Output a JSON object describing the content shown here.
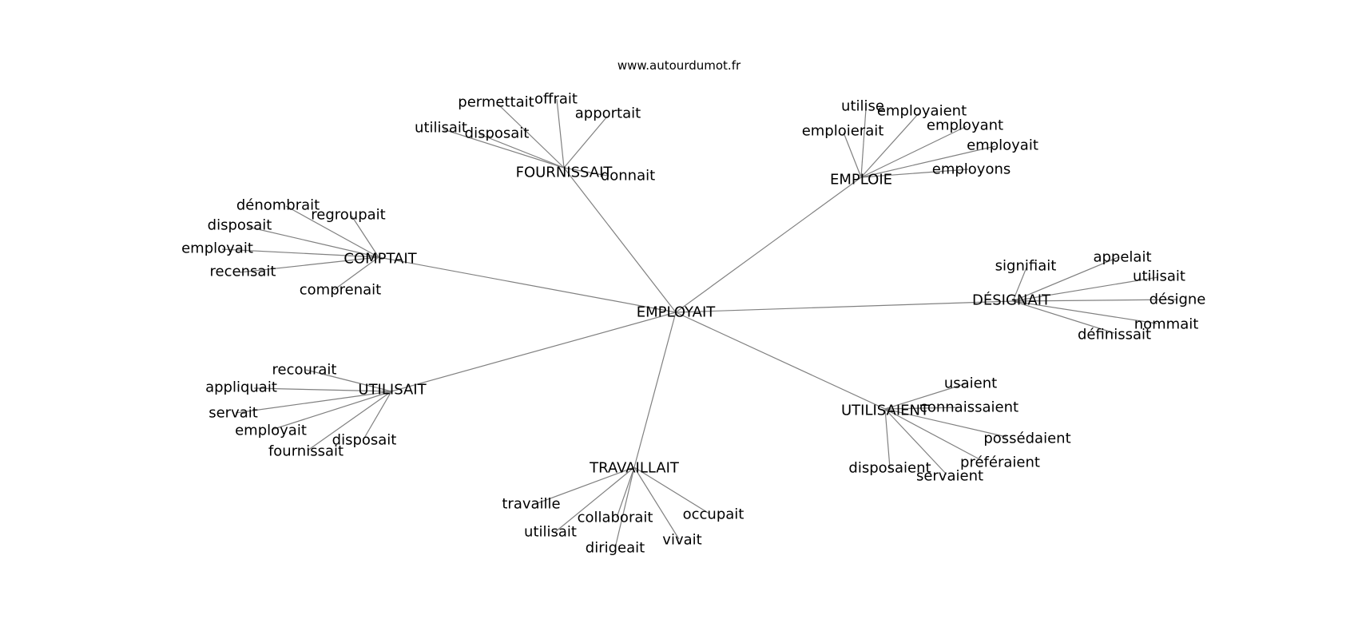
{
  "site_url": "www.autourdumot.fr",
  "center": "EMPLOYAIT",
  "clusters": [
    {
      "label": "FOURNISSAIT",
      "words": [
        "permettait",
        "offrait",
        "apportait",
        "utilisait",
        "disposait",
        "donnait"
      ]
    },
    {
      "label": "EMPLOIE",
      "words": [
        "utilise",
        "employaient",
        "emploierait",
        "employant",
        "employait",
        "employons"
      ]
    },
    {
      "label": "COMPTAIT",
      "words": [
        "dénombrait",
        "regroupait",
        "disposait",
        "employait",
        "recensait",
        "comprenait"
      ]
    },
    {
      "label": "DÉSIGNAIT",
      "words": [
        "signifiait",
        "appelait",
        "utilisait",
        "désigne",
        "nommait",
        "définissait"
      ]
    },
    {
      "label": "UTILISAIT",
      "words": [
        "recourait",
        "appliquait",
        "servait",
        "employait",
        "fournissait",
        "disposait"
      ]
    },
    {
      "label": "UTILISAIENT",
      "words": [
        "usaient",
        "connaissaient",
        "possédaient",
        "préféraient",
        "disposaient",
        "servaient"
      ]
    },
    {
      "label": "TRAVAILLAIT",
      "words": [
        "travaille",
        "collaborait",
        "occupait",
        "utilisait",
        "vivait",
        "dirigeait"
      ]
    }
  ]
}
